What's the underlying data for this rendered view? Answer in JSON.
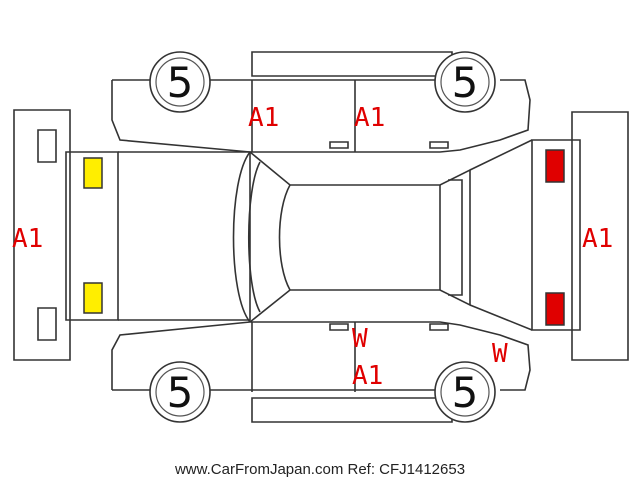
{
  "diagram": {
    "tires": {
      "front_left": "5",
      "front_right": "5",
      "rear_left": "5",
      "rear_right": "5"
    },
    "damage_labels": {
      "front_bumper": "A1",
      "front_left_door": "A1",
      "rear_left_door": "A1",
      "rear_bumper": "A1",
      "right_door_w": "W",
      "right_door_a": "A1",
      "rear_right_quarter": "W"
    },
    "footer": "www.CarFromJapan.com Ref: CFJ1412653",
    "colors": {
      "damage_text": "#e00000",
      "front_lights": "#ffee00",
      "rear_lights": "#e00000",
      "outline": "#333333"
    }
  }
}
